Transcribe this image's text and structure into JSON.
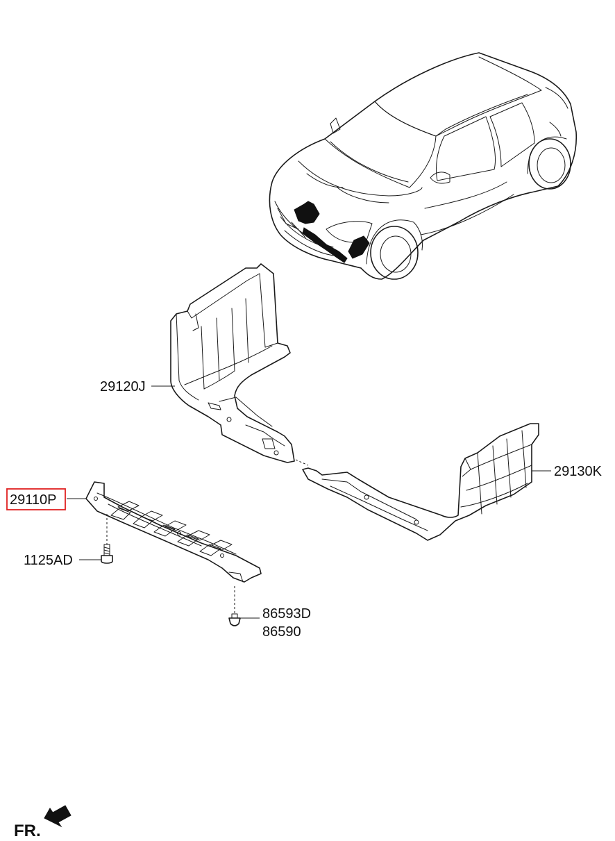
{
  "parts": [
    {
      "id": "29120J",
      "label": "29120J",
      "highlighted": false
    },
    {
      "id": "29130K",
      "label": "29130K",
      "highlighted": false
    },
    {
      "id": "29110P",
      "label": "29110P",
      "highlighted": true
    },
    {
      "id": "1125AD",
      "label": "1125AD",
      "highlighted": false
    },
    {
      "id": "86593D",
      "label": "86593D",
      "highlighted": false
    },
    {
      "id": "86590",
      "label": "86590",
      "highlighted": false
    }
  ],
  "direction_label": "FR.",
  "colors": {
    "line": "#1a1a1a",
    "highlight": "#e02020",
    "background": "#ffffff"
  },
  "icons": {
    "direction_arrow": "arrow-front-left-icon"
  }
}
